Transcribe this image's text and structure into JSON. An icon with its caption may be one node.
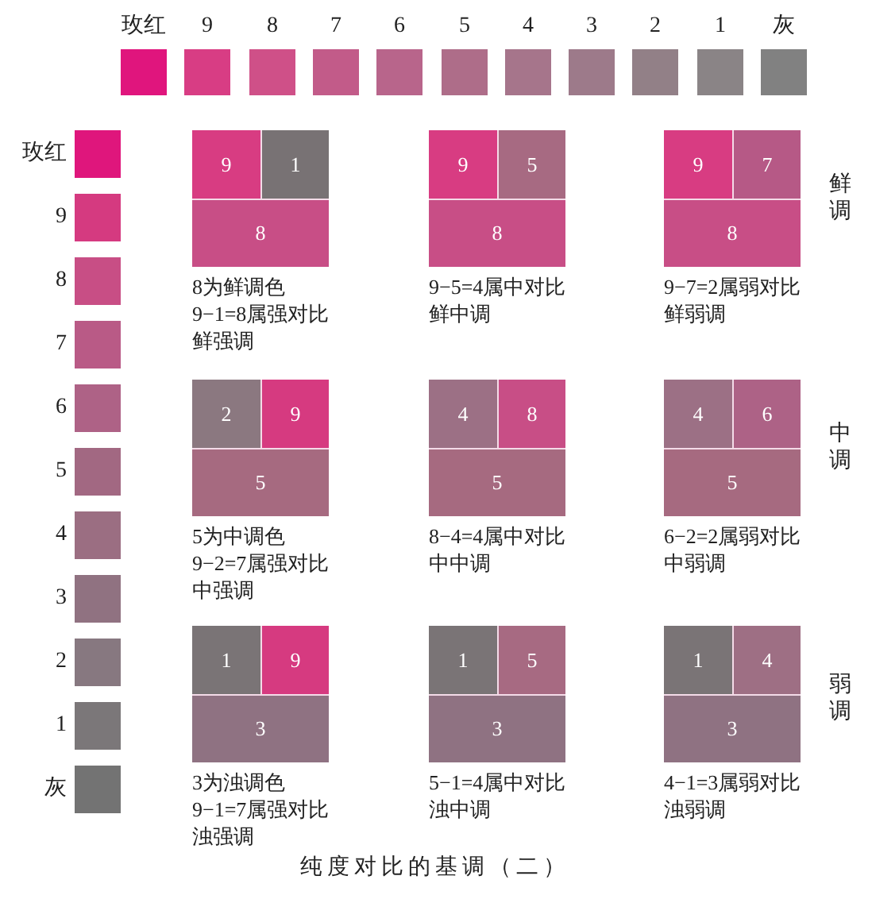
{
  "diagram": {
    "caption": "纯度对比的基调（二）",
    "nodes": [
      {
        "text": [],
        "shape": "box",
        "beside": [
          "8为鲜调色",
          "9−1=8属强对比",
          "鲜强调"
        ]
      },
      {
        "text": [
          "9"
        ],
        "in": 0
      },
      {
        "text": [
          "1"
        ],
        "in": 0
      },
      {
        "text": [
          "8"
        ],
        "in": 0
      },
      {
        "text": [],
        "shape": "box",
        "beside": [
          "9−5=4属中对比",
          "鲜中调"
        ]
      },
      {
        "text": [
          "9"
        ],
        "in": 4
      },
      {
        "text": [
          "5"
        ],
        "in": 4
      },
      {
        "text": [
          "8"
        ],
        "in": 4
      },
      {
        "text": [],
        "shape": "box",
        "beside": [
          "9−7=2属弱对比",
          "鲜弱调"
        ]
      },
      {
        "text": [
          "9"
        ],
        "in": 8
      },
      {
        "text": [
          "7"
        ],
        "in": 8
      },
      {
        "text": [
          "8"
        ],
        "in": 8
      },
      {
        "text": [],
        "shape": "box",
        "beside": [
          "5为中调色",
          "9−2=7属强对比",
          "中强调"
        ]
      },
      {
        "text": [
          "2"
        ],
        "in": 12
      },
      {
        "text": [
          "9"
        ],
        "in": 12
      },
      {
        "text": [
          "5"
        ],
        "in": 12
      },
      {
        "text": [],
        "shape": "box",
        "beside": [
          "8−4=4属中对比",
          "中中调"
        ]
      },
      {
        "text": [
          "4"
        ],
        "in": 16
      },
      {
        "text": [
          "8"
        ],
        "in": 16
      },
      {
        "text": [
          "5"
        ],
        "in": 16
      },
      {
        "text": [],
        "shape": "box",
        "beside": [
          "6−2=2属弱对比",
          "中弱调"
        ]
      },
      {
        "text": [
          "4"
        ],
        "in": 20
      },
      {
        "text": [
          "6"
        ],
        "in": 20
      },
      {
        "text": [
          "5"
        ],
        "in": 20
      },
      {
        "text": [],
        "shape": "box",
        "beside": [
          "3为浊调色",
          "9−1=7属强对比",
          "浊强调"
        ]
      },
      {
        "text": [
          "1"
        ],
        "in": 24
      },
      {
        "text": [
          "9"
        ],
        "in": 24
      },
      {
        "text": [
          "3"
        ],
        "in": 24
      },
      {
        "text": [],
        "shape": "box",
        "beside": [
          "5−1=4属中对比",
          "浊中调"
        ]
      },
      {
        "text": [
          "1"
        ],
        "in": 28
      },
      {
        "text": [
          "5"
        ],
        "in": 28
      },
      {
        "text": [
          "3"
        ],
        "in": 28
      },
      {
        "text": [],
        "shape": "box",
        "beside": [
          "4−1=3属弱对比",
          "浊弱调"
        ]
      },
      {
        "text": [
          "1"
        ],
        "in": 32
      },
      {
        "text": [
          "4"
        ],
        "in": 32
      },
      {
        "text": [
          "3"
        ],
        "in": 32
      }
    ],
    "labels": [
      "鲜调",
      "中调",
      "弱调"
    ],
    "legend": [
      {
        "text": "玫红",
        "color": "#e0157d"
      },
      {
        "text": "9",
        "color": "#d83d84"
      },
      {
        "text": "8",
        "color": "#cf5088"
      },
      {
        "text": "7",
        "color": "#c25b89"
      },
      {
        "text": "6",
        "color": "#b8658b"
      },
      {
        "text": "5",
        "color": "#ae6d89"
      },
      {
        "text": "4",
        "color": "#a6758b"
      },
      {
        "text": "3",
        "color": "#9d7a8a"
      },
      {
        "text": "2",
        "color": "#928087"
      },
      {
        "text": "1",
        "color": "#8a8486"
      },
      {
        "text": "灰",
        "color": "#818181"
      },
      {
        "text": "玫红",
        "color": "#df167c"
      },
      {
        "text": "9",
        "color": "#d53a80"
      },
      {
        "text": "8",
        "color": "#c84e85"
      },
      {
        "text": "7",
        "color": "#b95a86"
      },
      {
        "text": "6",
        "color": "#ae6286"
      },
      {
        "text": "5",
        "color": "#a26882"
      },
      {
        "text": "4",
        "color": "#9b6e82"
      },
      {
        "text": "3",
        "color": "#907281"
      },
      {
        "text": "2",
        "color": "#877880"
      },
      {
        "text": "1",
        "color": "#7b7779"
      },
      {
        "text": "灰",
        "color": "#737373"
      }
    ]
  }
}
